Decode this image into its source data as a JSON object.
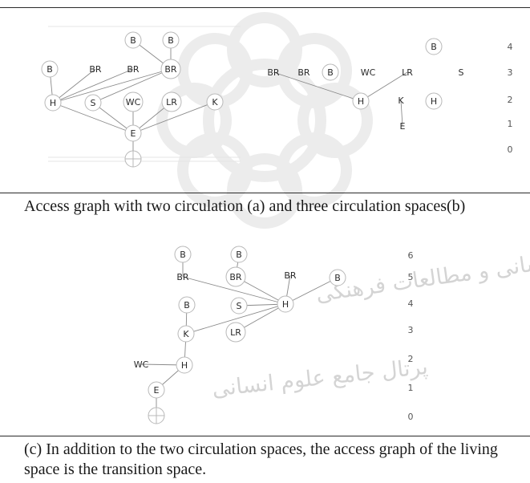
{
  "graph_a": {
    "nodes": [
      {
        "id": "a_b1",
        "label": "B"
      },
      {
        "id": "a_b2",
        "label": "B"
      },
      {
        "id": "a_b3",
        "label": "B"
      },
      {
        "id": "a_br1",
        "label": "BR"
      },
      {
        "id": "a_br2",
        "label": "BR"
      },
      {
        "id": "a_br3",
        "label": "BR"
      },
      {
        "id": "a_h",
        "label": "H"
      },
      {
        "id": "a_s",
        "label": "S"
      },
      {
        "id": "a_wc",
        "label": "WC"
      },
      {
        "id": "a_lr",
        "label": "LR"
      },
      {
        "id": "a_k",
        "label": "K"
      },
      {
        "id": "a_e",
        "label": "E"
      },
      {
        "id": "a_root",
        "label": ""
      }
    ],
    "edges": [
      [
        "a_b3",
        "a_h"
      ],
      [
        "a_br1",
        "a_h"
      ],
      [
        "a_br2",
        "a_h"
      ],
      [
        "a_br3",
        "a_h"
      ],
      [
        "a_br3",
        "a_s"
      ],
      [
        "a_b1",
        "a_br3"
      ],
      [
        "a_b2",
        "a_br3"
      ],
      [
        "a_h",
        "a_e"
      ],
      [
        "a_s",
        "a_e"
      ],
      [
        "a_wc",
        "a_e"
      ],
      [
        "a_lr",
        "a_e"
      ],
      [
        "a_k",
        "a_e"
      ],
      [
        "a_e",
        "a_root"
      ]
    ]
  },
  "graph_b": {
    "nodes": [
      {
        "id": "b_b1",
        "label": "B"
      },
      {
        "id": "b_br1",
        "label": "BR"
      },
      {
        "id": "b_br2",
        "label": "BR"
      },
      {
        "id": "b_b2",
        "label": "B"
      },
      {
        "id": "b_wc",
        "label": "WC"
      },
      {
        "id": "b_lr",
        "label": "LR"
      },
      {
        "id": "b_s",
        "label": "S"
      },
      {
        "id": "b_h1",
        "label": "H"
      },
      {
        "id": "b_k",
        "label": "K"
      },
      {
        "id": "b_h2",
        "label": "H"
      },
      {
        "id": "b_e",
        "label": "E"
      }
    ],
    "edges": [
      [
        "b_br1",
        "b_h1"
      ],
      [
        "b_lr",
        "b_h1"
      ],
      [
        "b_k",
        "b_e"
      ]
    ],
    "levels": [
      "4",
      "3",
      "2",
      "1",
      "0"
    ]
  },
  "caption_ab": "Access graph with two circulation (a) and three circulation spaces(b)",
  "graph_c": {
    "nodes": [
      {
        "id": "c_b1",
        "label": "B"
      },
      {
        "id": "c_b2",
        "label": "B"
      },
      {
        "id": "c_br1",
        "label": "BR"
      },
      {
        "id": "c_br2",
        "label": "BR"
      },
      {
        "id": "c_br3",
        "label": "BR"
      },
      {
        "id": "c_b3",
        "label": "B"
      },
      {
        "id": "c_b4",
        "label": "B"
      },
      {
        "id": "c_s",
        "label": "S"
      },
      {
        "id": "c_h1",
        "label": "H"
      },
      {
        "id": "c_k",
        "label": "K"
      },
      {
        "id": "c_lr",
        "label": "LR"
      },
      {
        "id": "c_wc",
        "label": "WC"
      },
      {
        "id": "c_h2",
        "label": "H"
      },
      {
        "id": "c_e",
        "label": "E"
      },
      {
        "id": "c_root",
        "label": ""
      }
    ],
    "edges": [
      [
        "c_br1",
        "c_h1"
      ],
      [
        "c_br2",
        "c_h1"
      ],
      [
        "c_br3",
        "c_h1"
      ],
      [
        "c_b3",
        "c_h1"
      ],
      [
        "c_s",
        "c_h1"
      ],
      [
        "c_br1",
        "c_b1"
      ],
      [
        "c_br2",
        "c_b2"
      ],
      [
        "c_h1",
        "c_k"
      ],
      [
        "c_h1",
        "c_lr"
      ],
      [
        "c_b4",
        "c_k"
      ],
      [
        "c_k",
        "c_h2"
      ],
      [
        "c_wc",
        "c_h2"
      ],
      [
        "c_h2",
        "c_e"
      ],
      [
        "c_e",
        "c_root"
      ]
    ],
    "levels": [
      "6",
      "5",
      "4",
      "3",
      "2",
      "1",
      "0"
    ]
  },
  "caption_c": "(c) In addition to the two circulation spaces, the access graph of the living space is the transition space.",
  "watermark": {
    "line1": "پژوهشگاه علوم انسانی و مطالعات فرهنگی",
    "line2": "پرتال جامع علوم انسانی"
  }
}
